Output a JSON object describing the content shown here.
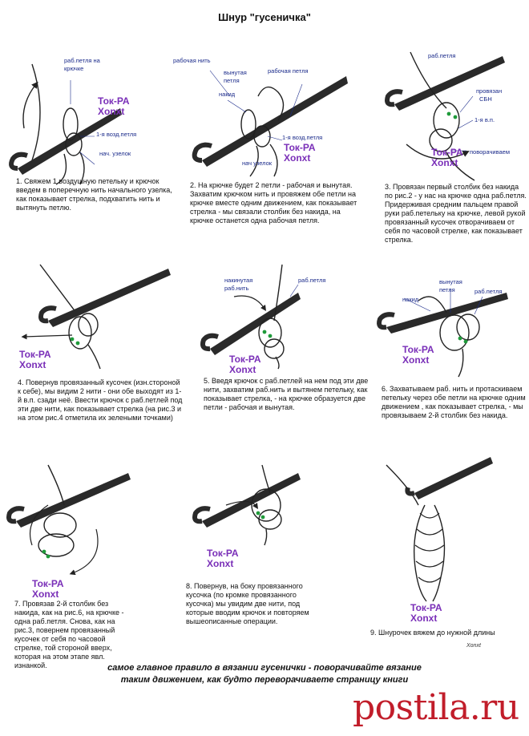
{
  "title": "Шнур \"гусеничка\"",
  "brand": {
    "line1": "Ток-РА",
    "line2": "Xonxt"
  },
  "steps": [
    {
      "labels": [
        "раб.петля на",
        "крючке",
        "1-я возд.петля",
        "нач. узелок"
      ],
      "caption": "1. Свяжем 1 воздушную петельку и крючок введем в поперечную нить начального узелка, как показывает стрелка, подхватить нить и вытянуть петлю."
    },
    {
      "labels": [
        "рабочая нить",
        "вынутая",
        "петля",
        "рабочая петля",
        "накид",
        "1-я возд.петля",
        "нач узелок"
      ],
      "caption": "2. На крючке будет 2 петли - рабочая и вынутая. Захватим крючком нить и провяжем обе петли на крючке вместе одним движением, как показывает стрелка - мы связали столбик без накида, на крючке останется одна рабочая петля."
    },
    {
      "labels": [
        "раб.петля",
        "провязан",
        "СБН",
        "1-я в.п.",
        "поворачиваем"
      ],
      "caption": "3. Провязан первый столбик без накида по рис.2 - у нас на крючке одна раб.петля. Придерживая средним пальцем правой руки раб.петельку на крючке, левой рукой провязанный кусочек отворачиваем от себя по часовой стрелке, как показывает стрелка."
    },
    {
      "labels": [],
      "caption": "4. Повернув провязанный кусочек (изн.стороной к себе), мы видим 2 нити - они обе выходят из 1-й в.п. сзади неё. Ввести крючок с раб.петлей под эти две нити, как показывает стрелка (на рис.3 и на этом рис.4 отметила их зелеными точками)"
    },
    {
      "labels": [
        "накинутая",
        "раб.нить",
        "раб.петля"
      ],
      "caption": "5. Введя крючок с раб.петлей на нем под эти две нити, захватим раб.нить и вытянем петельку, как показывает стрелка, - на крючке образуется две петли - рабочая и вынутая."
    },
    {
      "labels": [
        "вынутая",
        "петля",
        "раб.петля",
        "накид"
      ],
      "caption": "6. Захватываем раб. нить и протаскиваем петельку через обе петли на крючке одним движением , как показывает стрелка, - мы провязываем 2-й столбик без накида."
    },
    {
      "labels": [],
      "caption": "7. Провязав 2-й столбик без накида, как на рис.6, на крючке - одна раб.петля. Снова, как на рис.3, повернем провязанный кусочек от себя по часовой стрелке, той стороной вверх, которая на этом этапе явл. изнанкой."
    },
    {
      "labels": [],
      "caption": "8. Повернув, на боку провязанного кусочка (по кромке провязанного кусочка) мы увидим две нити, под которые вводим крючок и повторяем вышеописанные операции."
    },
    {
      "labels": [],
      "caption": "9. Шнурочек вяжем до нужной длины"
    }
  ],
  "author_sign": "Xonxt",
  "rule": {
    "line1": "самое главное правило в вязании гусенички - поворачивайте вязание",
    "line2": "таким движением, как будто переворачиваете страницу книги"
  },
  "watermark": "postila.ru",
  "colors": {
    "brand": "#7a2fb8",
    "label": "#1a2a8a",
    "dot": "#1f9a3a",
    "watermark": "#c11d2a"
  }
}
